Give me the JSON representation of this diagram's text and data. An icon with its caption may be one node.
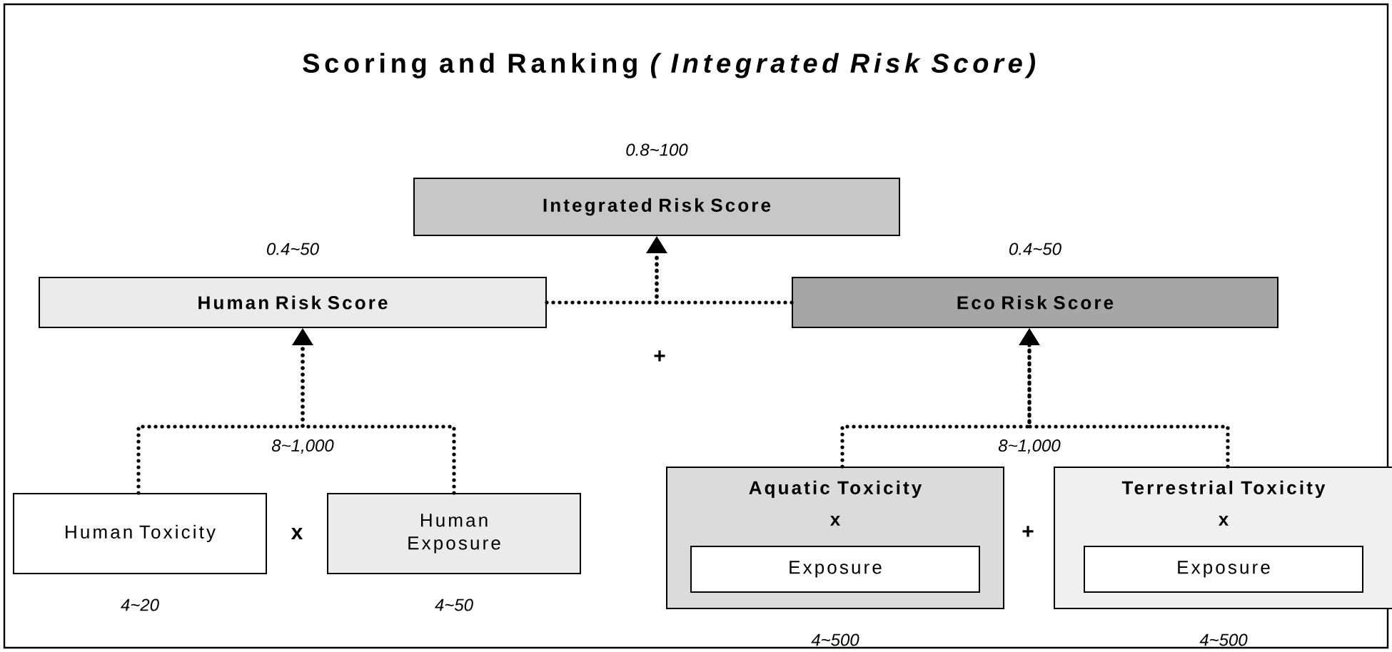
{
  "diagram": {
    "title": "Scoring and Ranking *( Integrated Risk Score)*",
    "nodes": [
      {
        "text": [
          "Integrated Risk Score"
        ],
        "beside": [
          "0.8~100"
        ]
      },
      {
        "text": [
          "Human Risk Score"
        ],
        "beside": [
          "0.4~50"
        ]
      },
      {
        "text": [
          "Eco Risk Score"
        ],
        "beside": [
          "0.4~50"
        ]
      },
      {
        "text": [
          "Human Toxicity"
        ],
        "beside": [
          "4~20"
        ]
      },
      {
        "text": [
          "Human Exposure"
        ],
        "beside": [
          "4~50"
        ]
      },
      {
        "text": [
          "Aquatic Toxicity",
          "x"
        ],
        "beside": [
          "4~500"
        ]
      },
      {
        "text": [
          "Exposure"
        ],
        "in": 5
      },
      {
        "text": [
          "Terrestrial Toxicity",
          "x"
        ],
        "beside": [
          "4~500"
        ]
      },
      {
        "text": [
          "Exposure"
        ],
        "in": 7
      }
    ],
    "edges": [
      {
        "from": 3,
        "to": 1,
        "arrow": "to",
        "label": "8~1,000"
      },
      {
        "from": 4,
        "to": 1,
        "arrow": "to"
      },
      {
        "from": 5,
        "to": 2,
        "arrow": "to",
        "label": "8~1,000"
      },
      {
        "from": 7,
        "to": 2,
        "arrow": "to"
      },
      {
        "from": 1,
        "to": 0,
        "arrow": "to"
      },
      {
        "from": 2,
        "to": 0,
        "arrow": "to"
      }
    ],
    "labels": [
      "+",
      "x",
      "+"
    ]
  }
}
